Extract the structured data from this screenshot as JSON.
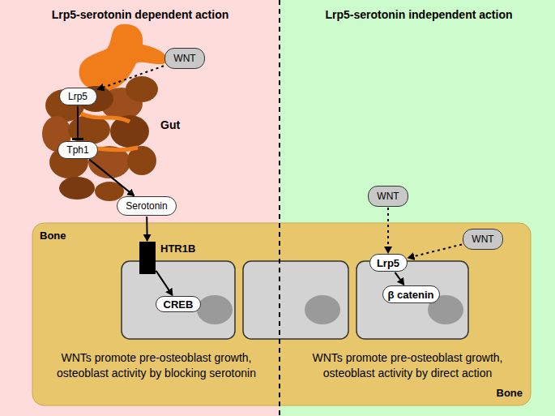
{
  "diagram": {
    "nodes": [
      {
        "text": [
          "WNT"
        ]
      },
      {
        "text": [
          "Lrp5"
        ]
      },
      {
        "text": [
          "Tph1"
        ]
      },
      {
        "text": [
          "Serotonin"
        ]
      },
      {
        "text": [
          "Bone",
          "Bone"
        ]
      },
      {
        "text": [
          "HTR1B"
        ],
        "in": 4
      },
      {
        "text": [
          "CREB"
        ],
        "in": 4
      },
      {
        "text": [
          "WNT"
        ]
      },
      {
        "text": [
          "WNT"
        ]
      },
      {
        "text": [
          "Lrp5"
        ],
        "in": 4
      },
      {
        "text": [
          "β catenin"
        ],
        "in": 4
      }
    ],
    "edges": [
      {
        "from": 0,
        "to": 1,
        "arrow": "to"
      },
      {
        "from": 1,
        "to": 2,
        "arrow": "to"
      },
      {
        "from": 2,
        "to": 3,
        "arrow": "to"
      },
      {
        "from": 3,
        "to": 5,
        "arrow": "to"
      },
      {
        "from": 5,
        "to": 6,
        "arrow": "to"
      },
      {
        "from": 7,
        "to": 9,
        "arrow": "to"
      },
      {
        "from": 8,
        "to": 9,
        "arrow": "to"
      },
      {
        "from": 9,
        "to": 10,
        "arrow": "to"
      }
    ],
    "labels": [
      "Lrp5-serotonin dependent action",
      "Lrp5-serotonin independent action",
      "Gut",
      "WNTs promote pre-osteoblast growth, osteoblast activity by blocking serotonin",
      "WNTs promote pre-osteoblast growth, osteoblast activity by direct action"
    ]
  }
}
